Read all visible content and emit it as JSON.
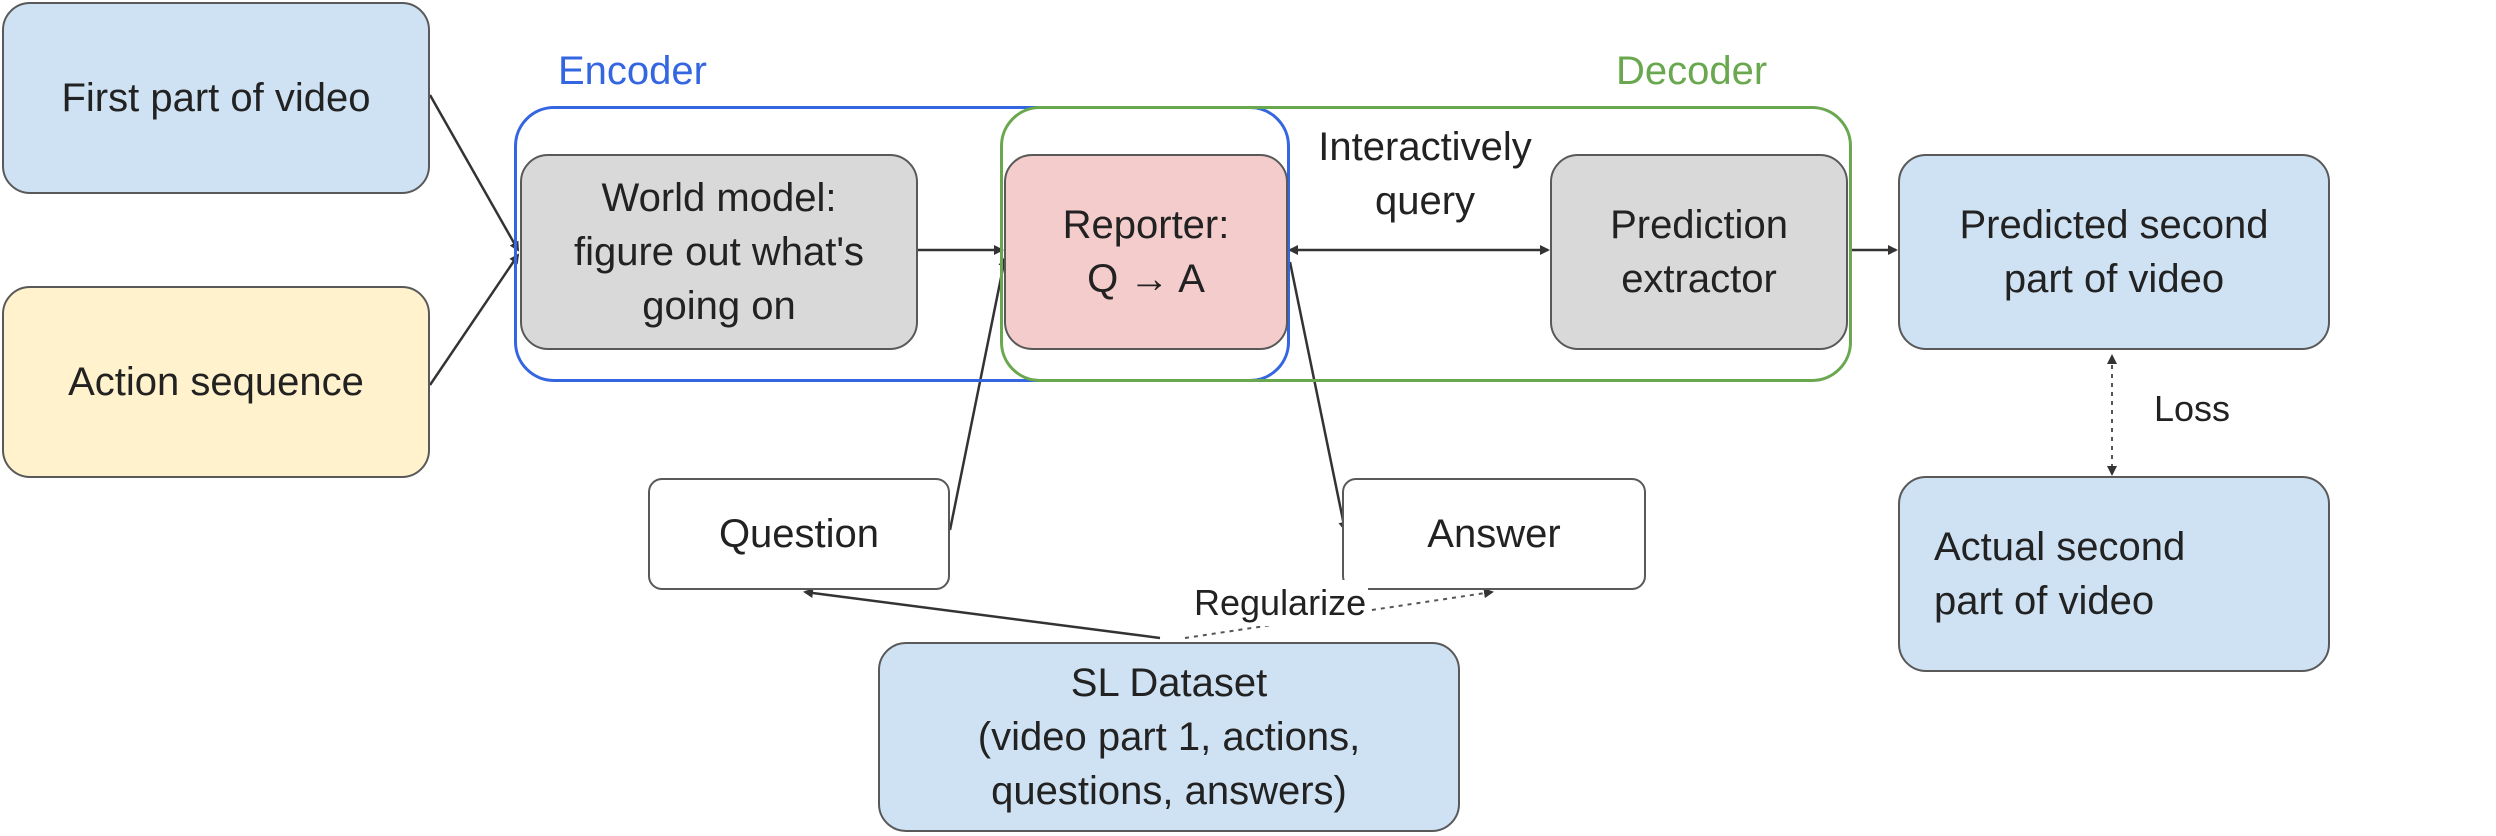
{
  "colors": {
    "encoder": "#3366e0",
    "decoder": "#6aa84f",
    "box_blue": "#cfe2f3",
    "box_yellow": "#fff2cc",
    "box_gray": "#d9d9d9",
    "box_pink": "#f4cccc"
  },
  "labels": {
    "encoder": "Encoder",
    "decoder": "Decoder",
    "interactively_query": [
      "Interactively",
      "query"
    ],
    "loss": "Loss",
    "regularize": "Regularize"
  },
  "nodes": {
    "first_part": [
      "First part of video"
    ],
    "action_sequence": [
      "Action sequence"
    ],
    "world_model": [
      "World model:",
      "figure out what's",
      "going on"
    ],
    "reporter": [
      "Reporter:",
      "Q → A"
    ],
    "prediction_extractor": [
      "Prediction",
      "extractor"
    ],
    "predicted_second": [
      "Predicted second",
      "part of video"
    ],
    "actual_second": [
      "Actual second",
      "part of video"
    ],
    "question": [
      "Question"
    ],
    "answer": [
      "Answer"
    ],
    "sl_dataset": [
      "SL Dataset",
      "(video part 1, actions,",
      "questions, answers)"
    ]
  }
}
